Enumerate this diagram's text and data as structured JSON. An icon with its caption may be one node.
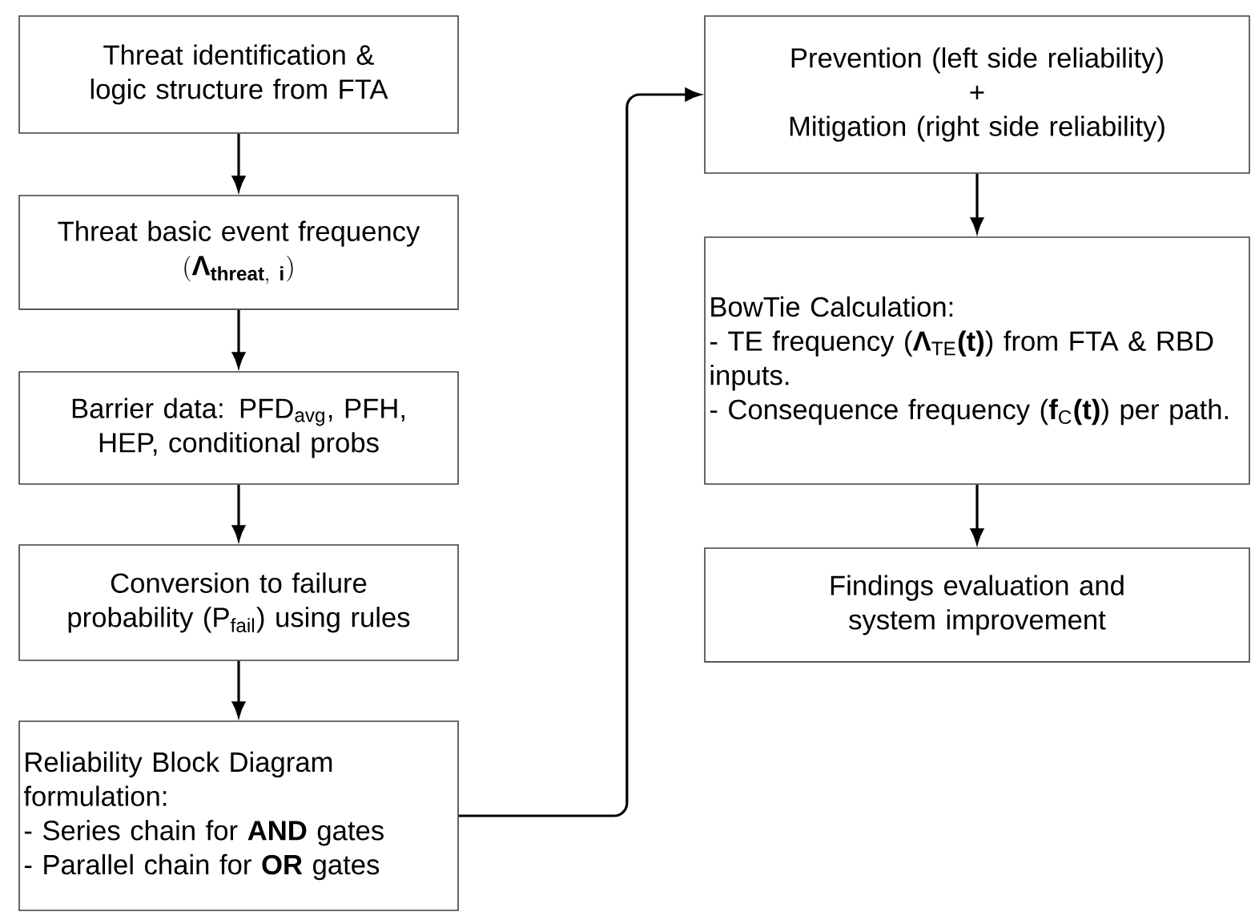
{
  "diagram": {
    "nodes": [
      {
        "text": [
          "Threat identification & logic structure from FTA"
        ]
      },
      {
        "text": [
          "Threat basic event frequency",
          "(\\mbox{\\textbf{Λ}}_{\\mathbf{threat,\\ i}})"
        ]
      },
      {
        "text": [
          "Barrier data: PFD$_{avg}$, PFH, HEP, conditional probs"
        ]
      },
      {
        "text": [
          "Conversion to failure probability (P$_{fail}$) using rules"
        ]
      },
      {
        "text": [
          "Reliability Block Diagram formulation:",
          "- Series chain for **AND** gates",
          "- Parallel chain for **OR** gates"
        ]
      },
      {
        "text": [
          "Prevention (left side reliability)",
          "+",
          "Mitigation (right side reliability)"
        ]
      },
      {
        "text": [
          "BowTie Calculation:",
          "- TE frequency (**Λ**$_{TE}$**(t)**) from FTA & RBD inputs.",
          "- Consequence frequency (**f**$_{C}$**(t)**) per path."
        ]
      },
      {
        "text": [
          "Findings evaluation and system improvement"
        ]
      }
    ],
    "edges": [
      {
        "from": 0,
        "to": 1,
        "arrow": "to"
      },
      {
        "from": 1,
        "to": 2,
        "arrow": "to"
      },
      {
        "from": 2,
        "to": 3,
        "arrow": "to"
      },
      {
        "from": 3,
        "to": 4,
        "arrow": "to"
      },
      {
        "from": 4,
        "to": 5,
        "arrow": "to"
      },
      {
        "from": 5,
        "to": 6,
        "arrow": "to"
      },
      {
        "from": 6,
        "to": 7,
        "arrow": "to"
      }
    ]
  }
}
